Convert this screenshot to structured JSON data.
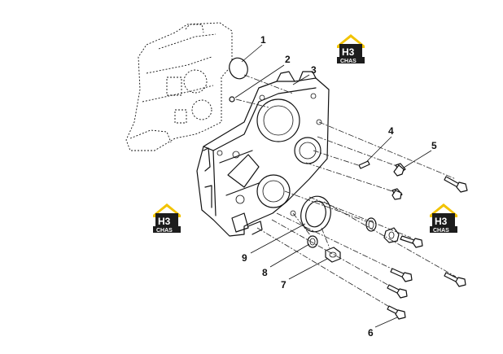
{
  "logo": {
    "mark": "H3",
    "sub": "CHAS",
    "colors": {
      "roof": "#f2c300",
      "plate": "#1c1c1c",
      "text": "#ffffff"
    }
  },
  "callouts": [
    {
      "id": "1",
      "label": "1"
    },
    {
      "id": "2",
      "label": "2"
    },
    {
      "id": "3",
      "label": "3"
    },
    {
      "id": "4",
      "label": "4"
    },
    {
      "id": "5",
      "label": "5"
    },
    {
      "id": "6",
      "label": "6"
    },
    {
      "id": "7",
      "label": "7"
    },
    {
      "id": "8",
      "label": "8"
    },
    {
      "id": "9",
      "label": "9"
    }
  ]
}
